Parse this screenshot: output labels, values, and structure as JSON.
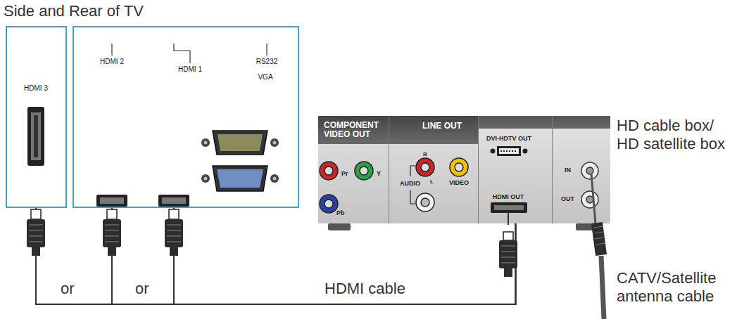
{
  "diagram": {
    "title": "Side and Rear of TV",
    "nodes": [
      {
        "text": [
          "HDMI 3"
        ]
      },
      {
        "text": [
          "HDMI 2",
          "HDMI 1",
          "RS232",
          "VGA"
        ]
      },
      {
        "text": [
          "HD cable box/ HD satellite box"
        ]
      },
      {
        "text": [
          "COMPONENT VIDEO OUT"
        ],
        "in": 2
      },
      {
        "text": [
          "LINE OUT"
        ],
        "in": 2
      },
      {
        "text": [
          "DVI-HDTV OUT",
          "HDMI OUT"
        ],
        "in": 2
      },
      {
        "text": [
          "IN",
          "OUT"
        ],
        "in": 2
      }
    ],
    "edges": [
      {
        "from": 5,
        "to": 0,
        "label": "HDMI cable",
        "arrow": "none"
      },
      {
        "from": 5,
        "to": 1,
        "arrow": "none"
      },
      {
        "from": 5,
        "to": 1,
        "arrow": "none"
      }
    ],
    "labels": [
      "Pr",
      "Y",
      "Pb",
      "R",
      "AUDIO",
      "L",
      "VIDEO",
      "or",
      "or",
      "CATV/Satellite antenna cable"
    ]
  }
}
